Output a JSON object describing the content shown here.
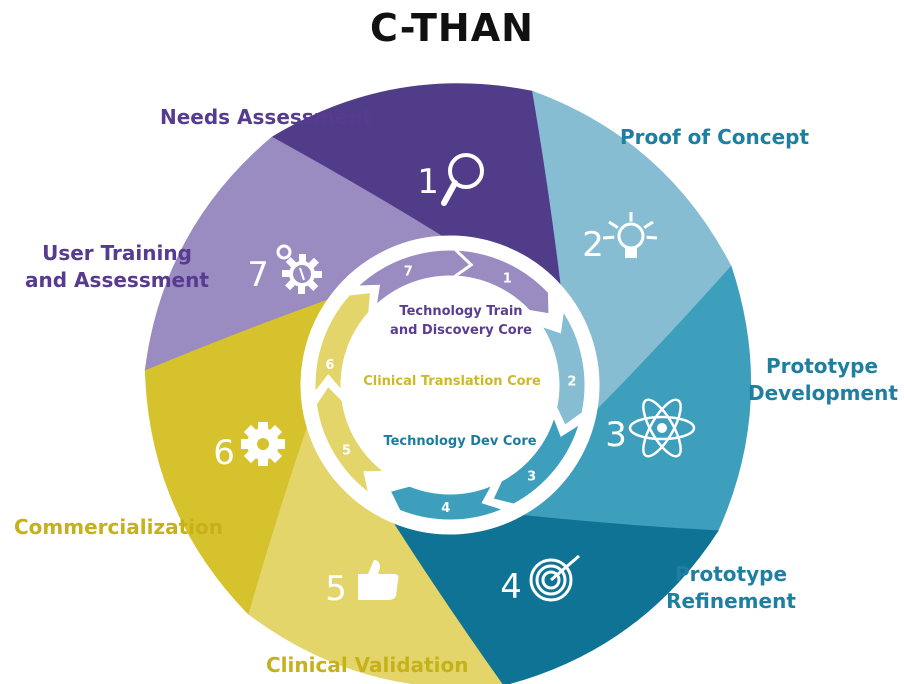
{
  "title": "C-THAN",
  "colors": {
    "stage1": "#513c8a",
    "stage2": "#86bdd3",
    "stage3": "#3e9fbd",
    "stage4": "#0f7396",
    "stage5": "#e4d56a",
    "stage6": "#d6c22c",
    "stage7": "#9a8bc0",
    "label_purple": "#563b8e",
    "label_teal": "#1f7fa0",
    "label_yellow": "#c5b21a",
    "core_purple": "#5a3c93",
    "core_yellow": "#cdb82a",
    "core_teal": "#1a7ca0"
  },
  "stages": [
    {
      "number": "1",
      "label_lines": [
        "Needs Assessment"
      ],
      "icon": "magnifier-icon"
    },
    {
      "number": "2",
      "label_lines": [
        "Proof of Concept"
      ],
      "icon": "lightbulb-icon"
    },
    {
      "number": "3",
      "label_lines": [
        "Prototype",
        "Development"
      ],
      "icon": "atom-icon"
    },
    {
      "number": "4",
      "label_lines": [
        "Prototype",
        "Refinement"
      ],
      "icon": "target-icon"
    },
    {
      "number": "5",
      "label_lines": [
        "Clinical Validation"
      ],
      "icon": "thumbs-up-icon"
    },
    {
      "number": "6",
      "label_lines": [
        "Commercialization"
      ],
      "icon": "gear-icon"
    },
    {
      "number": "7",
      "label_lines": [
        "User Training",
        "and Assessment"
      ],
      "icon": "gears-person-icon"
    }
  ],
  "cores": {
    "train_discovery": [
      "Technology Train",
      "and Discovery Core"
    ],
    "clinical_translation": "Clinical Translation Core",
    "dev": "Technology  Dev Core"
  },
  "arrow_numbers": [
    "1",
    "2",
    "3",
    "4",
    "5",
    "6",
    "7"
  ]
}
